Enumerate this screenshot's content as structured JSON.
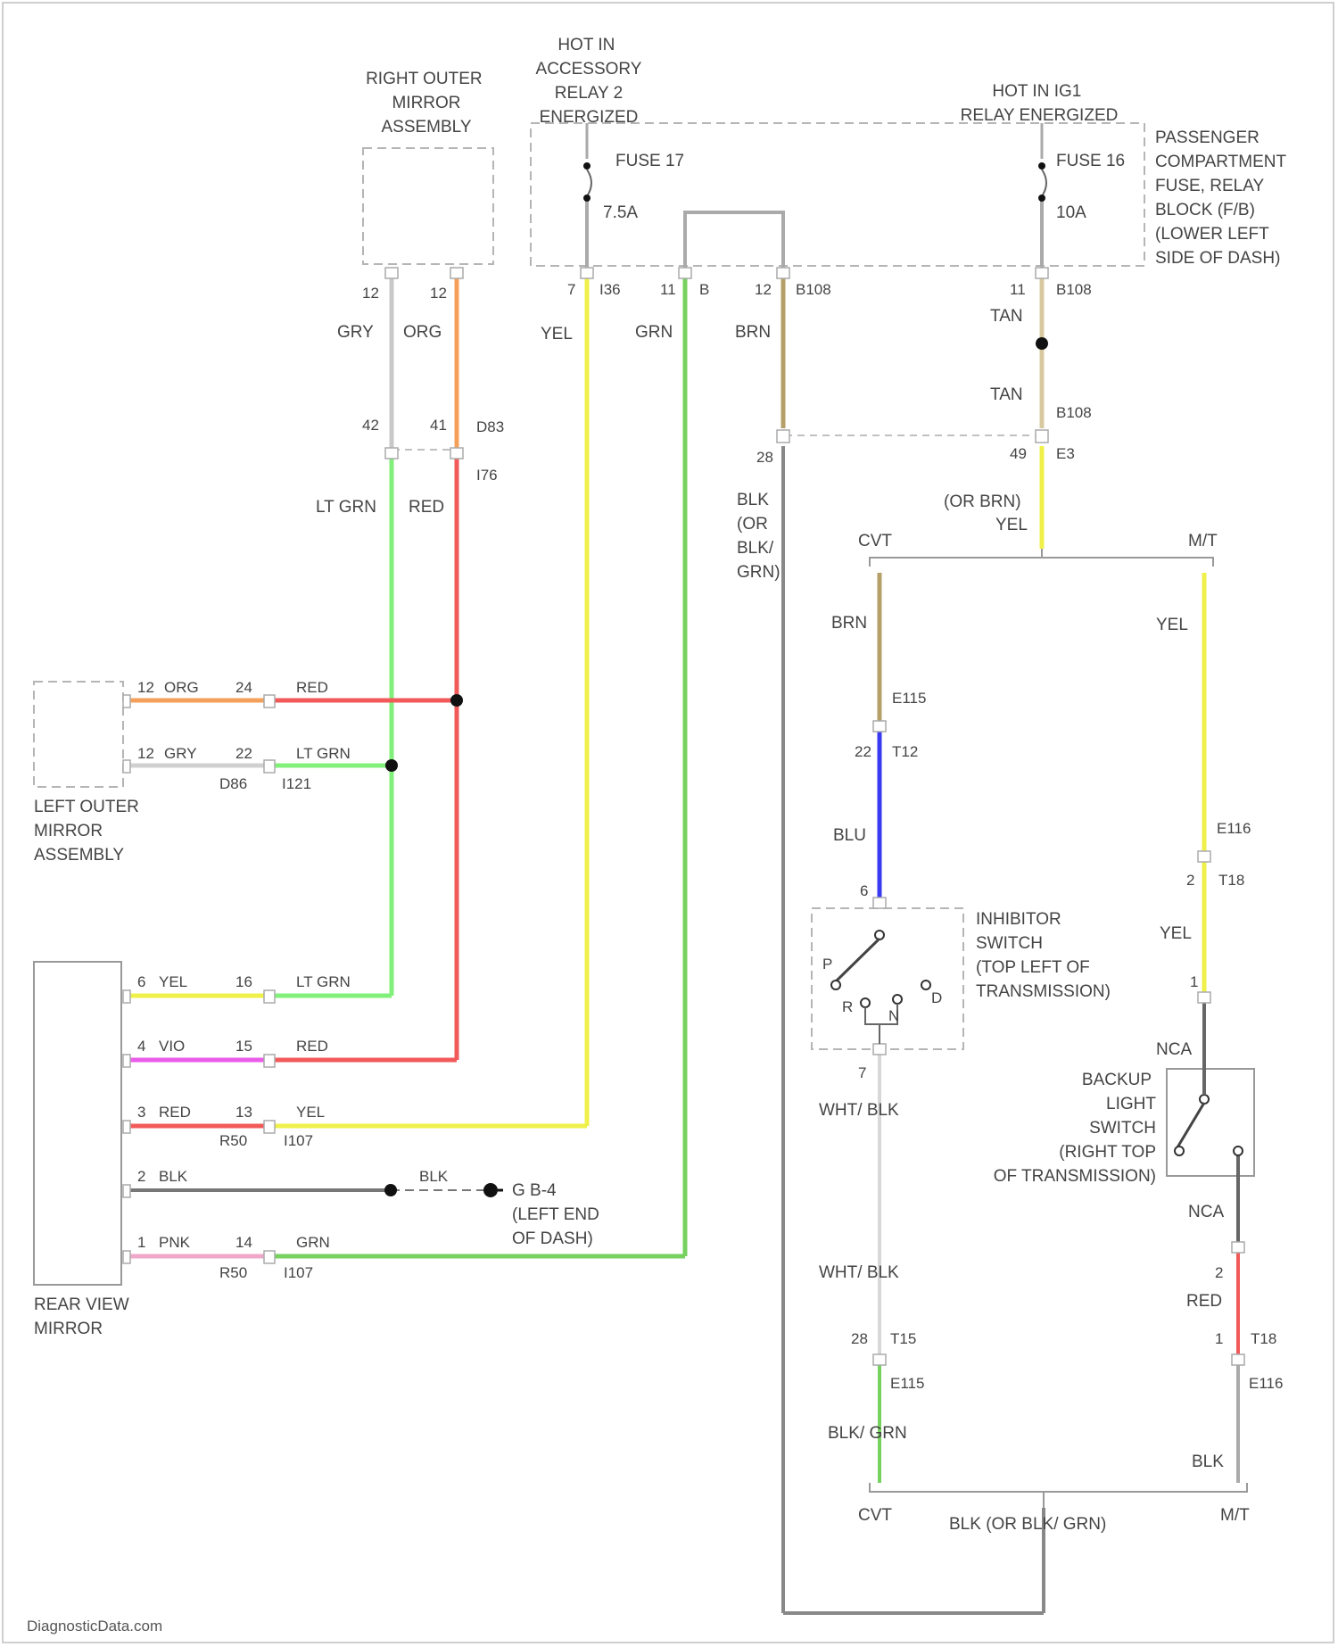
{
  "components": {
    "right_mirror": "RIGHT OUTER MIRROR ASSEMBLY",
    "left_mirror": "LEFT OUTER MIRROR ASSEMBLY",
    "rear_view_mirror": "REAR VIEW MIRROR",
    "hot_in_acc": "HOT IN ACCESSORY RELAY 2 ENERGIZED",
    "hot_in_ig1": "HOT IN IG1 RELAY ENERGIZED",
    "fuse_block": "PASSENGER COMPARTMENT FUSE, RELAY BLOCK (F/B) (LOWER LEFT SIDE OF DASH)",
    "fuse17": "FUSE 17",
    "fuse17_amp": "7.5A",
    "fuse16": "FUSE 16",
    "fuse16_amp": "10A",
    "inhibitor": "INHIBITOR SWITCH (TOP LEFT OF TRANSMISSION)",
    "backup": "BACKUP LIGHT SWITCH (RIGHT TOP OF TRANSMISSION)",
    "ground_g": "G B-4 (LEFT END OF DASH)",
    "cvt_top": "CVT",
    "mt_top": "M/T",
    "cvt_bot": "CVT",
    "mt_bot": "M/T",
    "inh_p": "P",
    "inh_r": "R",
    "inh_n": "N",
    "inh_d": "D",
    "nca1": "NCA",
    "nca2": "NCA"
  },
  "wires": {
    "gry_top": "GRY",
    "org_top": "ORG",
    "yel1": "YEL",
    "grn1": "GRN",
    "brn1": "BRN",
    "tan1": "TAN",
    "tan2": "TAN",
    "orbrn": "(OR BRN)",
    "yel2": "YEL",
    "ltgrn1": "LT GRN",
    "red1": "RED",
    "blk_or": "BLK (OR BLK/ GRN)",
    "brn2": "BRN",
    "blu": "BLU",
    "yel3": "YEL",
    "yel4": "YEL",
    "wht_blk1": "WHT/ BLK",
    "wht_blk2": "WHT/ BLK",
    "red_mt": "RED",
    "blk_grn": "BLK/ GRN",
    "blk_mt": "BLK",
    "blk_or2": "BLK (OR BLK/ GRN)",
    "lm_org": "ORG",
    "lm_red": "RED",
    "lm_gry": "GRY",
    "lm_ltgrn": "LT GRN",
    "rv_yel": "YEL",
    "rv_ltgrn": "LT GRN",
    "rv_vio": "VIO",
    "rv_red": "RED",
    "rv_red2": "RED",
    "rv_yel2": "YEL",
    "rv_blk": "BLK",
    "rv_blk2": "BLK",
    "rv_pnk": "PNK",
    "rv_grn": "GRN"
  },
  "pins": {
    "rm_12a": "12",
    "rm_12b": "12",
    "p42": "42",
    "p41": "41",
    "d83": "D83",
    "i76": "I76",
    "p7": "7",
    "i36": "I36",
    "p11a": "11",
    "p_b": "B",
    "p12": "12",
    "b108a": "B108",
    "p11b": "11",
    "b108b": "B108",
    "b108c": "B108",
    "p28": "28",
    "p49": "49",
    "e3": "E3",
    "e115a": "E115",
    "p22": "22",
    "t12": "T12",
    "p6": "6",
    "p7b": "7",
    "e116a": "E116",
    "p2a": "2",
    "t18a": "T18",
    "p1": "1",
    "p28b": "28",
    "t15": "T15",
    "e115b": "E115",
    "p2b": "2",
    "p1b": "1",
    "t18b": "T18",
    "e116b": "E116",
    "lm_12a": "12",
    "lm_24": "24",
    "lm_12b": "12",
    "lm_22": "22",
    "d86": "D86",
    "i121": "I121",
    "rv_6": "6",
    "rv_16": "16",
    "rv_4": "4",
    "rv_15": "15",
    "rv_3": "3",
    "rv_13": "13",
    "r50a": "R50",
    "i107a": "I107",
    "rv_2": "2",
    "rv_1": "1",
    "rv_14": "14",
    "r50b": "R50",
    "i107b": "I107"
  },
  "colors": {
    "yellow": "#f0f04a",
    "green": "#76d15f",
    "light_green": "#80f07a",
    "red": "#f25a5a",
    "orange": "#f5a05a",
    "tan": "#b5a06a",
    "blue": "#3a3af0",
    "violet": "#ea5cea",
    "pink": "#f0a8c8",
    "grey": "#c8c8c8",
    "black": "#777777"
  },
  "watermark": "DiagnosticData.com"
}
